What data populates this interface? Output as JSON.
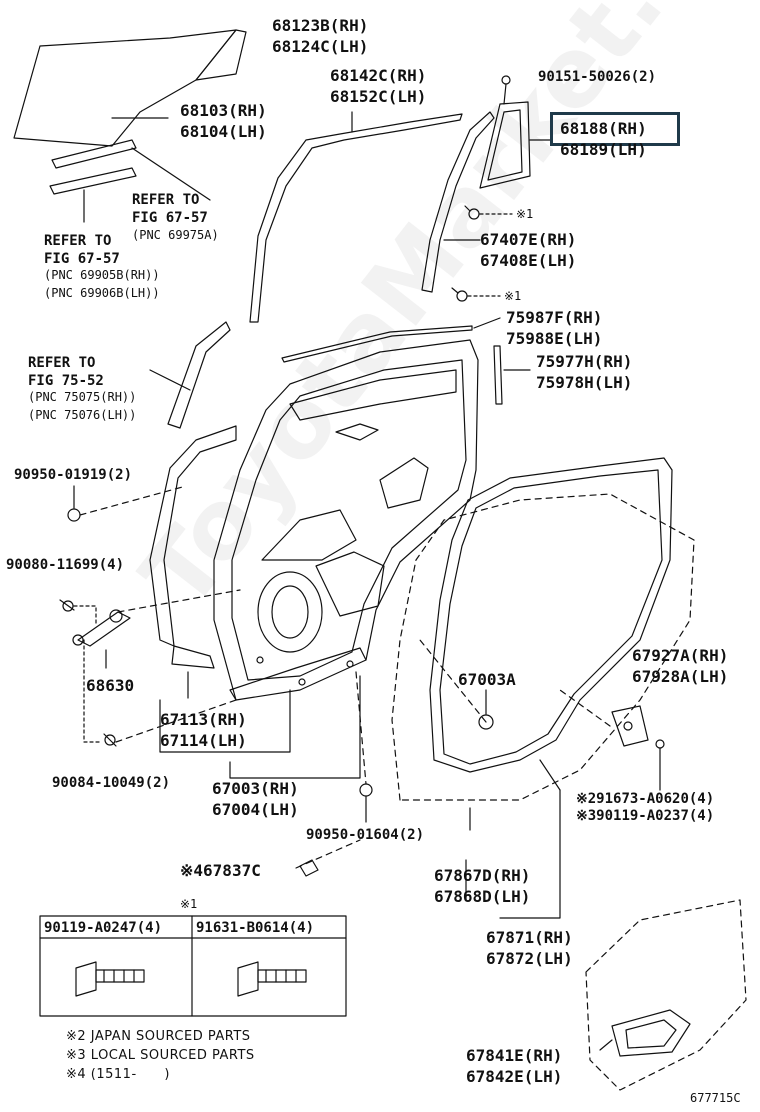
{
  "labels": {
    "p68123b": "68123B(RH)",
    "p68124c": "68124C(LH)",
    "p68142c": "68142C(RH)",
    "p68152c": "68152C(LH)",
    "p90151": "90151-50026(2)",
    "p68103": "68103(RH)",
    "p68104": "68104(LH)",
    "p68188": "68188(RH)",
    "p68189": "68189(LH)",
    "ref1_a": "REFER TO",
    "ref1_b": "FIG 67-57",
    "ref1_c": "(PNC 69975A)",
    "ref2_a": "REFER TO",
    "ref2_b": "FIG 67-57",
    "ref2_c": "(PNC 69905B(RH))",
    "ref2_d": "(PNC 69906B(LH))",
    "mark1a": "※1",
    "p67407e": "67407E(RH)",
    "p67408e": "67408E(LH)",
    "mark1b": "※1",
    "p75987f": "75987F(RH)",
    "p75988e": "75988E(LH)",
    "ref3_a": "REFER TO",
    "ref3_b": "FIG 75-52",
    "ref3_c": "(PNC 75075(RH))",
    "ref3_d": "(PNC 75076(LH))",
    "p75977h": "75977H(RH)",
    "p75978h": "75978H(LH)",
    "p90950_01919": "90950-01919(2)",
    "p90080": "90080-11699(4)",
    "p68630": "68630",
    "p67003a": "67003A",
    "p67927a": "67927A(RH)",
    "p67928a": "67928A(LH)",
    "p67113": "67113(RH)",
    "p67114": "67114(LH)",
    "p90084": "90084-10049(2)",
    "p67003": "67003(RH)",
    "p67004": "67004(LH)",
    "p91673": "※291673-A0620(4)",
    "p90119_0237": "※390119-A0237(4)",
    "p90950_01604": "90950-01604(2)",
    "p67837c": "※467837C",
    "p67867d": "67867D(RH)",
    "p67868d": "67868D(LH)",
    "mark1c": "※1",
    "tbl_h1": "90119-A0247(4)",
    "tbl_h2": "91631-B0614(4)",
    "p67871": "67871(RH)",
    "p67872": "67872(LH)",
    "note2": "※2 JAPAN SOURCED PARTS",
    "note3": "※3 LOCAL SOURCED PARTS",
    "note4": "※4 (1511-      )",
    "p67841e": "67841E(RH)",
    "p67842e": "67842E(LH)",
    "fig_id": "677715C",
    "watermark": "ToyotaMarket.ru"
  },
  "highlight_color": "#1f3a4a"
}
